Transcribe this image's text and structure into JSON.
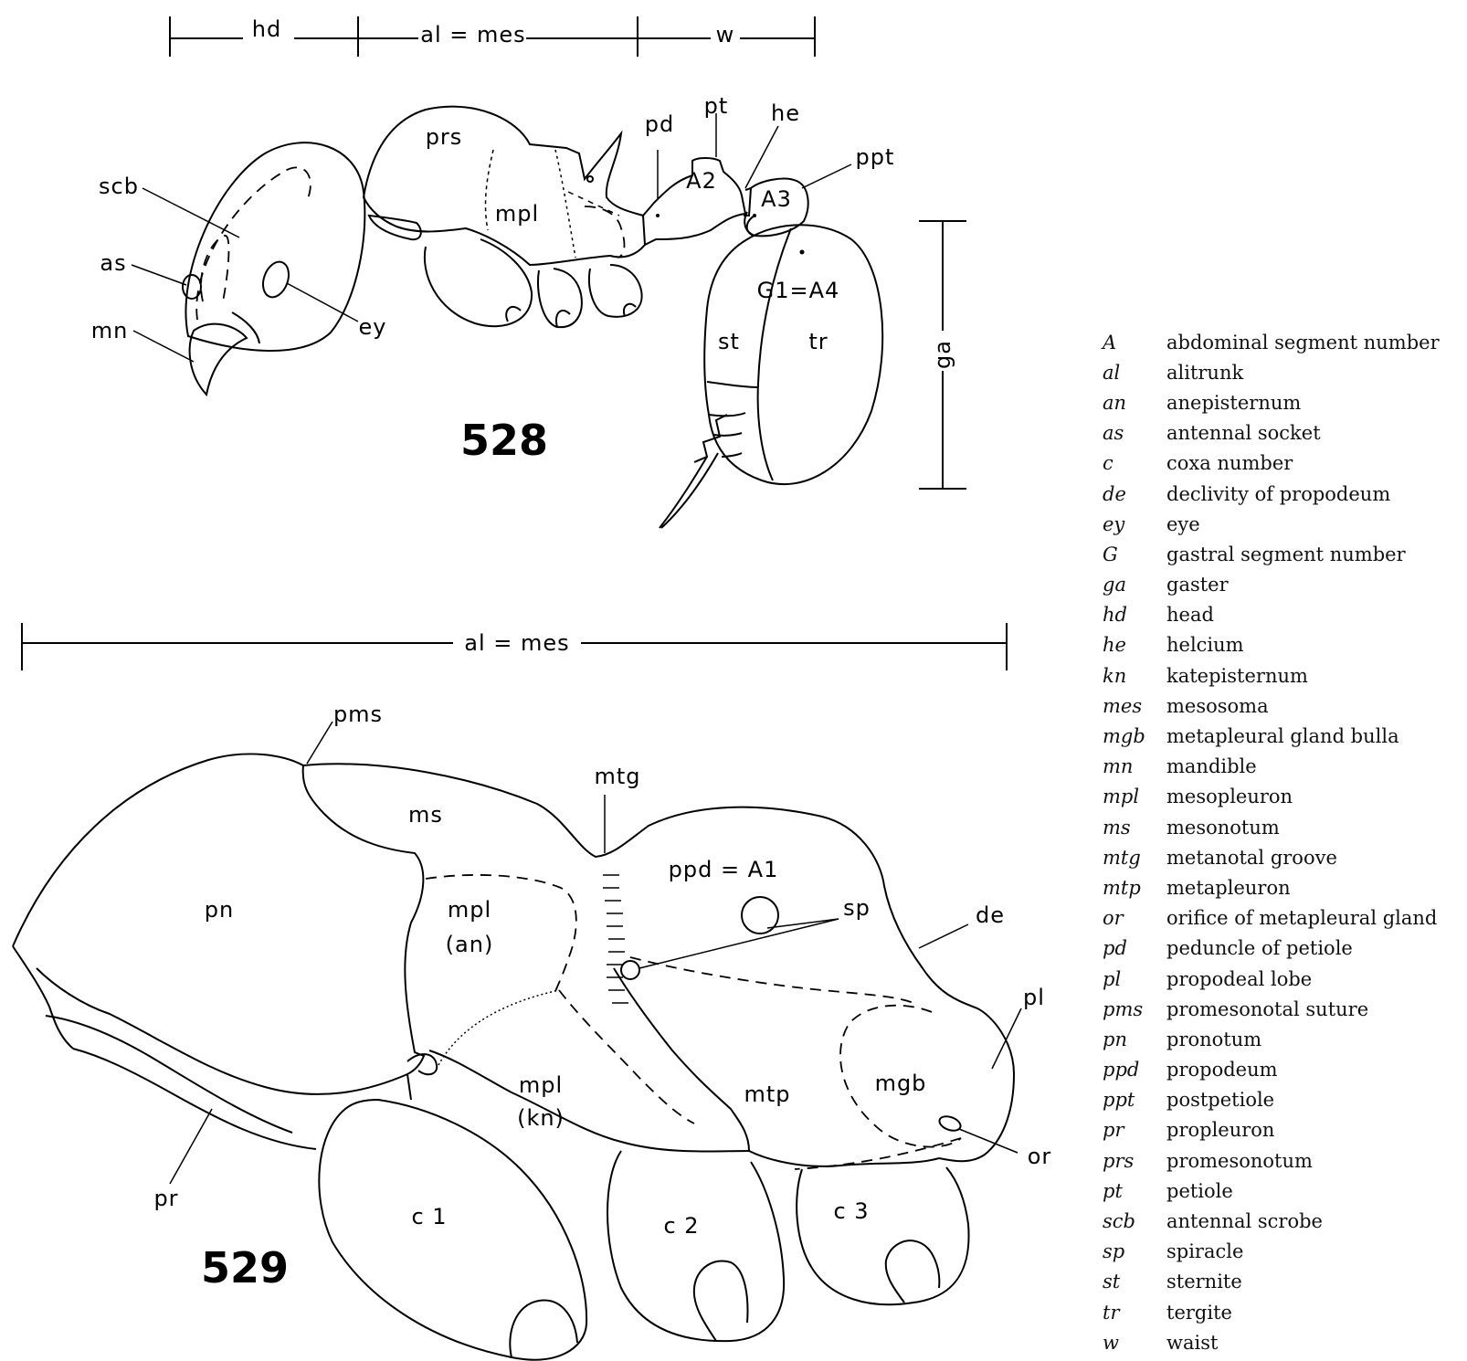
{
  "figures": {
    "fig528": {
      "number": "528",
      "scale_labels": {
        "hd": "hd",
        "al_mes": "al = mes",
        "w": "w",
        "ga": "ga"
      },
      "labels": {
        "prs": "prs",
        "scb": "scb",
        "as": "as",
        "mn": "mn",
        "ey": "ey",
        "mpl": "mpl",
        "pd": "pd",
        "pt": "pt",
        "he": "he",
        "ppt": "ppt",
        "A2": "A2",
        "A3": "A3",
        "G1A4": "G1=A4",
        "st": "st",
        "tr": "tr"
      }
    },
    "fig529": {
      "number": "529",
      "scale_label": "al = mes",
      "labels": {
        "pms": "pms",
        "ms": "ms",
        "mtg": "mtg",
        "ppd": "ppd = A1",
        "pn": "pn",
        "mpl_an_1": "mpl",
        "mpl_an_2": "(an)",
        "sp": "sp",
        "de": "de",
        "pl": "pl",
        "mpl_kn_1": "mpl",
        "mpl_kn_2": "(kn)",
        "mtp": "mtp",
        "mgb": "mgb",
        "pr": "pr",
        "or": "or",
        "c1": "c 1",
        "c2": "c 2",
        "c3": "c 3"
      }
    }
  },
  "legend": [
    {
      "abbr": "A",
      "term": "abdominal segment number"
    },
    {
      "abbr": "al",
      "term": "alitrunk"
    },
    {
      "abbr": "an",
      "term": "anepisternum"
    },
    {
      "abbr": "as",
      "term": "antennal socket"
    },
    {
      "abbr": "c",
      "term": "coxa number"
    },
    {
      "abbr": "de",
      "term": "declivity of propodeum"
    },
    {
      "abbr": "ey",
      "term": "eye"
    },
    {
      "abbr": "G",
      "term": "gastral segment number"
    },
    {
      "abbr": "ga",
      "term": "gaster"
    },
    {
      "abbr": "hd",
      "term": "head"
    },
    {
      "abbr": "he",
      "term": "helcium"
    },
    {
      "abbr": "kn",
      "term": "katepisternum"
    },
    {
      "abbr": "mes",
      "term": "mesosoma"
    },
    {
      "abbr": "mgb",
      "term": "metapleural gland bulla"
    },
    {
      "abbr": "mn",
      "term": "mandible"
    },
    {
      "abbr": "mpl",
      "term": "mesopleuron"
    },
    {
      "abbr": "ms",
      "term": "mesonotum"
    },
    {
      "abbr": "mtg",
      "term": "metanotal groove"
    },
    {
      "abbr": "mtp",
      "term": "metapleuron"
    },
    {
      "abbr": "or",
      "term": "orifice of metapleural gland"
    },
    {
      "abbr": "pd",
      "term": "peduncle of petiole"
    },
    {
      "abbr": "pl",
      "term": "propodeal lobe"
    },
    {
      "abbr": "pms",
      "term": "promesonotal suture"
    },
    {
      "abbr": "pn",
      "term": "pronotum"
    },
    {
      "abbr": "ppd",
      "term": "propodeum"
    },
    {
      "abbr": "ppt",
      "term": "postpetiole"
    },
    {
      "abbr": "pr",
      "term": "propleuron"
    },
    {
      "abbr": "prs",
      "term": "promesonotum"
    },
    {
      "abbr": "pt",
      "term": "petiole"
    },
    {
      "abbr": "scb",
      "term": "antennal scrobe"
    },
    {
      "abbr": "sp",
      "term": "spiracle"
    },
    {
      "abbr": "st",
      "term": "sternite"
    },
    {
      "abbr": "tr",
      "term": "tergite"
    },
    {
      "abbr": "w",
      "term": "waist"
    }
  ]
}
